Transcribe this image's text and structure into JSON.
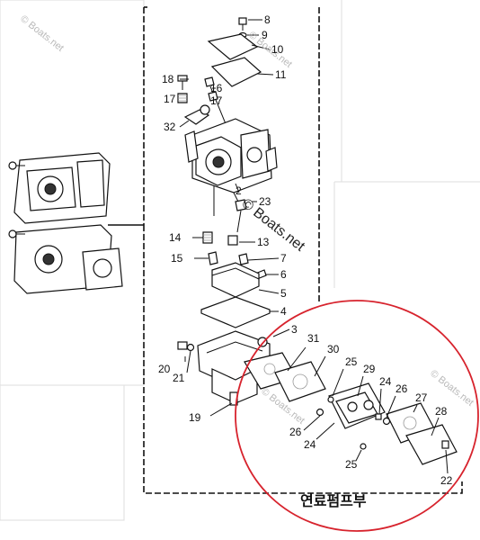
{
  "watermark": "© Boats.net",
  "callouts": [
    "8",
    "9",
    "10",
    "11",
    "18",
    "16",
    "17",
    "17",
    "32",
    "2",
    "23",
    "14",
    "13",
    "15",
    "7",
    "6",
    "5",
    "4",
    "3",
    "31",
    "30",
    "25",
    "29",
    "24",
    "26",
    "27",
    "28",
    "20",
    "21",
    "19",
    "26",
    "24",
    "25",
    "22"
  ],
  "caption": "연료펌프부",
  "colors": {
    "highlight_circle": "#d7232d",
    "line": "#111111",
    "watermark": "#b9b9b9"
  }
}
